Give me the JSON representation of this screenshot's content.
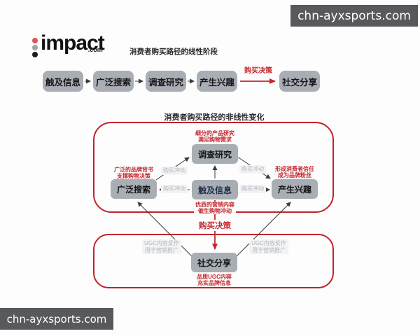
{
  "watermarks": {
    "top": "chn-ayxsports.com",
    "bottom": "chn-ayxsports.com"
  },
  "logo": {
    "text": "impact",
    "suffix": ".com"
  },
  "colors": {
    "accent_red": "#c2272d",
    "frame_red": "#bf2329",
    "node_gray": "#a9aeb4",
    "banner_gray": "#58595c",
    "muted_label_gray": "#b2b7bd",
    "touch_text_navy": "#20334d"
  },
  "linear": {
    "title": "消费者购买路径的线性阶段",
    "stages": [
      "触及信息",
      "广泛搜索",
      "调查研究",
      "产生兴趣",
      "社交分享"
    ],
    "decision_label": "购买决策"
  },
  "nonlinear": {
    "title": "消费者购买路径的非线性变化",
    "nodes": {
      "research": "调查研究",
      "search": "广泛搜索",
      "touch": "触及信息",
      "interest": "产生兴趣",
      "share": "社交分享"
    },
    "decision_label": "购买决策",
    "annotations": {
      "research_note": {
        "l1": "细分的产品研究",
        "l2": "满足购物需求"
      },
      "search_note": {
        "l1": "广泛的品牌背书",
        "l2": "支撑购物决策"
      },
      "interest_note": {
        "l1": "形成消费者信任",
        "l2": "成为品牌粉丝"
      },
      "touch_note": {
        "l1": "优质的营销内容",
        "l2": "催生购物冲动"
      },
      "share_note": {
        "l1": "品质UGC内容",
        "l2": "充实品牌信息"
      },
      "ugc_note": {
        "l1": "UGC内容反作",
        "l2": "用于营销推广"
      },
      "impulse": "购买冲动"
    }
  }
}
